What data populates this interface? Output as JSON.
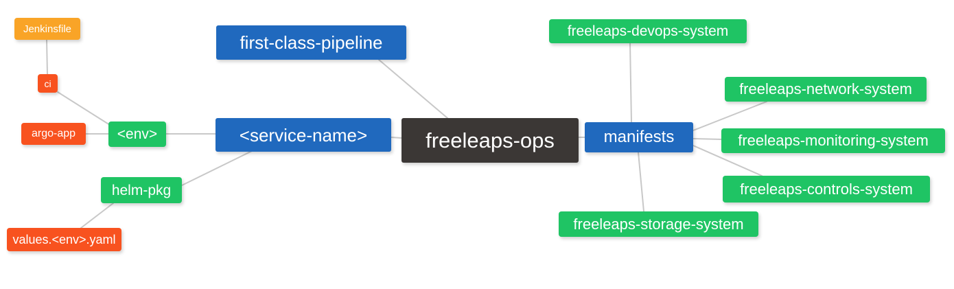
{
  "diagram": {
    "type": "mindmap",
    "title": "freeleaps-ops",
    "background": "#ffffff",
    "edge_color": "#c8c8c8",
    "palette": {
      "root": "#3b3735",
      "blue": "#2069be",
      "green": "#1fc464",
      "red": "#f8521f",
      "orange": "#f9a427",
      "text": "#ffffff"
    },
    "nodes": {
      "root": {
        "label": "freeleaps-ops"
      },
      "service_name": {
        "label": "<service-name>"
      },
      "first_class_pipeline": {
        "label": "first-class-pipeline"
      },
      "manifests": {
        "label": "manifests"
      },
      "env": {
        "label": "<env>"
      },
      "helm_pkg": {
        "label": "helm-pkg"
      },
      "ci": {
        "label": "ci"
      },
      "argo_app": {
        "label": "argo-app"
      },
      "jenkinsfile": {
        "label": "Jenkinsfile"
      },
      "values_yaml": {
        "label": "values.<env>.yaml"
      },
      "devops_system": {
        "label": "freeleaps-devops-system"
      },
      "network_system": {
        "label": "freeleaps-network-system"
      },
      "monitoring_system": {
        "label": "freeleaps-monitoring-system"
      },
      "controls_system": {
        "label": "freeleaps-controls-system"
      },
      "storage_system": {
        "label": "freeleaps-storage-system"
      }
    },
    "edges": [
      {
        "from": "root",
        "to": "service_name"
      },
      {
        "from": "root",
        "to": "first_class_pipeline"
      },
      {
        "from": "root",
        "to": "manifests"
      },
      {
        "from": "service_name",
        "to": "env"
      },
      {
        "from": "service_name",
        "to": "helm_pkg"
      },
      {
        "from": "env",
        "to": "ci"
      },
      {
        "from": "env",
        "to": "argo_app"
      },
      {
        "from": "ci",
        "to": "jenkinsfile"
      },
      {
        "from": "helm_pkg",
        "to": "values_yaml"
      },
      {
        "from": "manifests",
        "to": "devops_system"
      },
      {
        "from": "manifests",
        "to": "network_system"
      },
      {
        "from": "manifests",
        "to": "monitoring_system"
      },
      {
        "from": "manifests",
        "to": "controls_system"
      },
      {
        "from": "manifests",
        "to": "storage_system"
      }
    ]
  }
}
